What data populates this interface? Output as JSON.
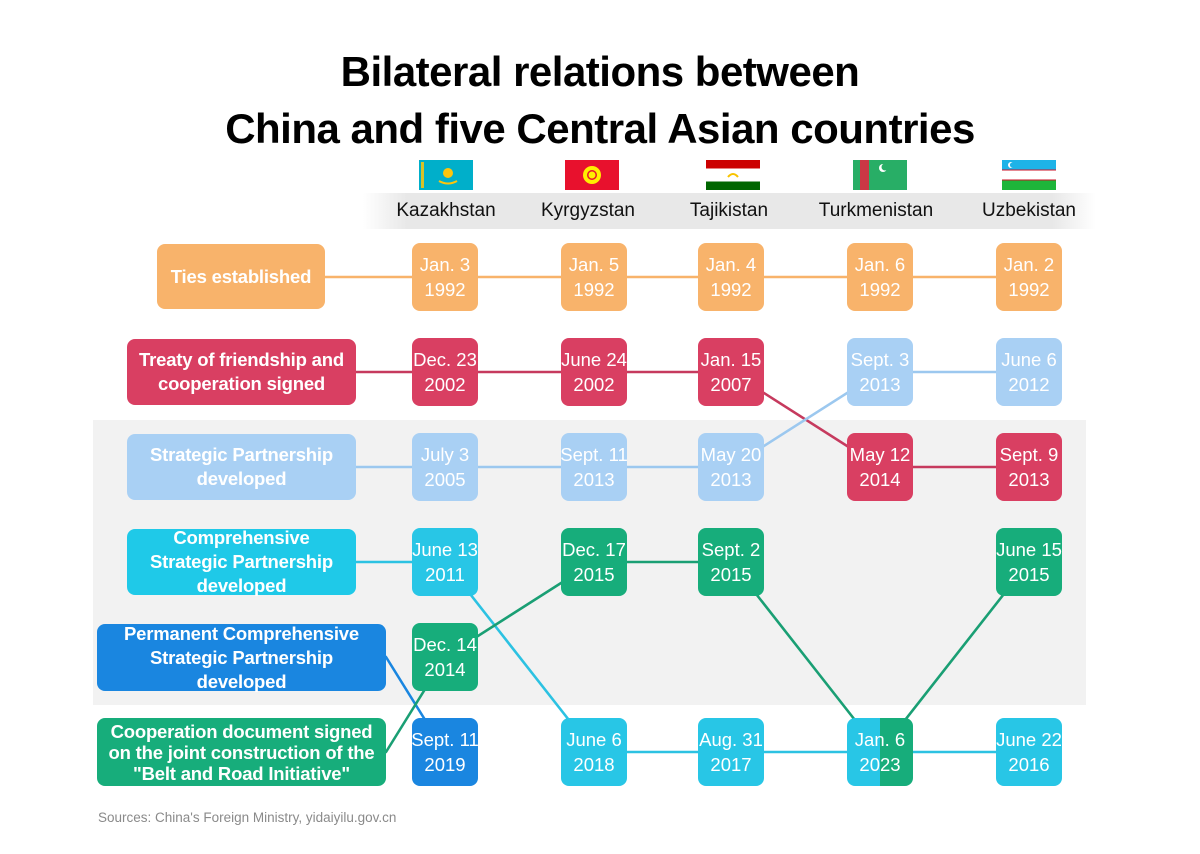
{
  "title": [
    "Bilateral relations between",
    "China and five Central Asian countries"
  ],
  "countries": [
    {
      "name": "Kazakhstan",
      "flag": "kazakhstan-flag-icon"
    },
    {
      "name": "Kyrgyzstan",
      "flag": "kyrgyzstan-flag-icon"
    },
    {
      "name": "Tajikistan",
      "flag": "tajikistan-flag-icon"
    },
    {
      "name": "Turkmenistan",
      "flag": "turkmenistan-flag-icon"
    },
    {
      "name": "Uzbekistan",
      "flag": "uzbekistan-flag-icon"
    }
  ],
  "stages": [
    {
      "id": "ties",
      "label": "Ties established",
      "color": "#f8b36b"
    },
    {
      "id": "treaty",
      "label": "Treaty of friendship and cooperation signed",
      "color": "#d93f62"
    },
    {
      "id": "strategic",
      "label": "Strategic Partnership developed",
      "color": "#9fcaf2"
    },
    {
      "id": "comprehensive",
      "label": "Comprehensive Strategic Partnership developed",
      "color": "#23c8e8"
    },
    {
      "id": "permanent",
      "label": "Permanent Comprehensive Strategic Partnership developed",
      "color": "#1a86e0"
    },
    {
      "id": "bri",
      "label": "Cooperation document signed on the joint construction of the \"Belt and Road Initiative\"",
      "color": "#1ab07e"
    }
  ],
  "events": {
    "Kazakhstan": {
      "ties": [
        "Jan. 3",
        "1992"
      ],
      "treaty": [
        "Dec. 23",
        "2002"
      ],
      "strategic": [
        "July 3",
        "2005"
      ],
      "comprehensive": [
        "June 13",
        "2011"
      ],
      "permanent": [
        "Sept. 11",
        "2019"
      ],
      "bri": [
        "Dec. 14",
        "2014"
      ]
    },
    "Kyrgyzstan": {
      "ties": [
        "Jan. 5",
        "1992"
      ],
      "treaty": [
        "June 24",
        "2002"
      ],
      "strategic": [
        "Sept. 11",
        "2013"
      ],
      "comprehensive": [
        "June 6",
        "2018"
      ],
      "bri": [
        "Dec. 17",
        "2015"
      ]
    },
    "Tajikistan": {
      "ties": [
        "Jan. 4",
        "1992"
      ],
      "treaty": [
        "Jan. 15",
        "2007"
      ],
      "strategic": [
        "May 20",
        "2013"
      ],
      "comprehensive": [
        "Aug. 31",
        "2017"
      ],
      "bri": [
        "Sept. 2",
        "2015"
      ]
    },
    "Turkmenistan": {
      "ties": [
        "Jan. 6",
        "1992"
      ],
      "treaty": [
        "May 12",
        "2014"
      ],
      "strategic": [
        "Sept. 3",
        "2013"
      ],
      "comprehensive": [
        "Jan. 6",
        "2023"
      ],
      "bri": [
        "Jan. 6",
        "2023"
      ]
    },
    "Uzbekistan": {
      "ties": [
        "Jan. 2",
        "1992"
      ],
      "treaty": [
        "Sept. 9",
        "2013"
      ],
      "strategic": [
        "June 6",
        "2012"
      ],
      "comprehensive": [
        "June 22",
        "2016"
      ],
      "bri": [
        "June 15",
        "2015"
      ]
    }
  },
  "source": "Sources: China's Foreign Ministry, yidaiyilu.gov.cn"
}
